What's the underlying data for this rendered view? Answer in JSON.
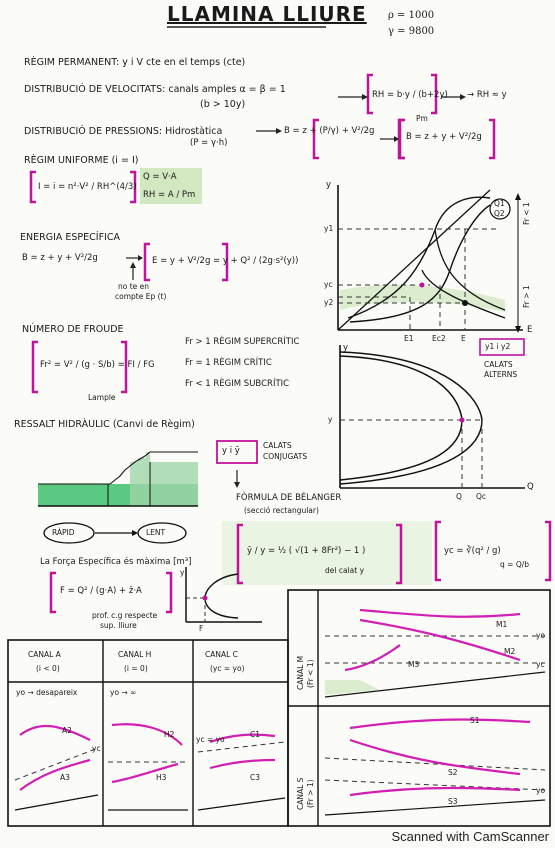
{
  "header": {
    "title": "LLAMINA LLIURE",
    "rho": "ρ = 1000",
    "gamma": "γ = 9800"
  },
  "regim_permanent": "RÈGIM PERMANENT: y i V cte en el temps (cte)",
  "distribucio_velocitats": {
    "label": "DISTRIBUCIÓ DE VELOCITATS: canals amples α = β = 1",
    "condition": "(b > 10y)",
    "rh": "RH = b·y / (b+2y)",
    "rh_result": "→ RH ≈ y",
    "pm": "Pm"
  },
  "distribucio_pressions": {
    "label": "DISTRIBUCIÓ DE PRESSIONS: Hidrostàtica",
    "sub": "(P = γ·h)",
    "formula": "B = z + (P/γ) + V²/2g",
    "result": "B = z + y + V²/2g"
  },
  "regim_uniforme": {
    "label": "RÈGIM UNIFORME (i = I)",
    "formula": "I = i = n²·V² / RH^(4/3)",
    "q": "Q = V·A",
    "rh": "RH = A / Pm"
  },
  "energia": {
    "label": "ENERGIA ESPECÍFICA",
    "formula": "B = z + y + V²/2g",
    "e": "E = y + V²/2g = y + Q² / (2g·s²(y))",
    "note1": "no te en",
    "note2": "compte Ep (t)"
  },
  "froude": {
    "label": "NÚMERO DE FROUDE",
    "formula": "Fr² = V² / (g · S/b) = FI / FG",
    "lample": "Lample",
    "rule1": "Fr > 1  RÈGIM SUPERCRÍTIC",
    "rule2": "Fr = 1  RÈGIM CRÍTIC",
    "rule3": "Fr < 1  RÈGIM SUBCRÍTIC"
  },
  "ressalt": {
    "label": "RESSALT HIDRÀULIC (Canvi de Règim)",
    "calats": "y i ȳ",
    "calats_label1": "CALATS",
    "calats_label2": "CONJUGATS",
    "rapid": "RÀPID",
    "lent": "LENT",
    "belanger_label": "FÒRMULA DE BÉLANGER",
    "belanger_sub": "(secció rectangular)",
    "belanger": "ȳ / y = ½ ( √(1 + 8Fr²) − 1 )",
    "belanger_note": "del calat y",
    "yc": "yc = ∛(q² / g)",
    "yc_note": "q = Q/b"
  },
  "forsa": {
    "label": "La Força Específica és màxima [m³]",
    "formula": "F = Q² / (g·A) + z̄·A",
    "note1": "prof. c.g respecte",
    "note2": "sup. lliure"
  },
  "graph_e": {
    "y_axis": "y",
    "x_axis": "E",
    "q1": "Q1",
    "q2": "Q2",
    "y1": "y1",
    "yc": "yc",
    "y2": "y2",
    "e1": "E1",
    "ec": "Ec2",
    "e": "E",
    "fr_lt": "Fr < 1",
    "fr_gt": "Fr > 1",
    "calats1": "y1 i y2",
    "calats2": "CALATS",
    "calats3": "ALTERNS"
  },
  "graph_q": {
    "y_axis": "y",
    "x_axis": "Q",
    "yc": "y",
    "q": "Q",
    "qc": "Qc"
  },
  "graph_f": {
    "y_axis": "y",
    "f": "F"
  },
  "canals": {
    "a_title": "CANAL A",
    "a_sub": "(i < 0)",
    "a_note": "yo → desapareix",
    "h_title": "CANAL H",
    "h_sub": "(i = 0)",
    "h_note": "yo → ∞",
    "c_title": "CANAL C",
    "c_sub": "(yc = yo)",
    "c_note": "yc = yo",
    "a2": "A2",
    "a3": "A3",
    "h2": "H2",
    "h3": "H3",
    "c1": "C1",
    "c3": "C3",
    "yc": "yc",
    "m_title": "CANAL M",
    "m_sub": "(Fr < 1)",
    "m1": "M1",
    "m2": "M2",
    "m3": "M3",
    "s_title": "CANAL S",
    "s_sub": "(Fr > 1)",
    "s1": "S1",
    "s2": "S2",
    "s3": "S3",
    "yo": "yo"
  },
  "footer": "Scanned with CamScanner"
}
